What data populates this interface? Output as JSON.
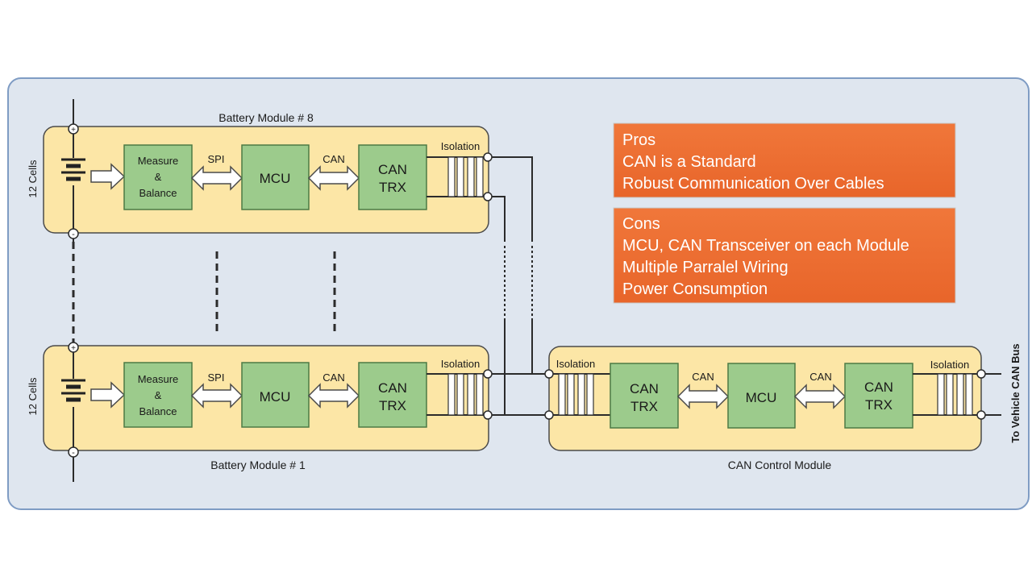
{
  "diagram": {
    "battery_module_top": {
      "title": "Battery Module # 8",
      "cells": "12 Cells",
      "measure": [
        "Measure",
        "&",
        "Balance"
      ],
      "spi": "SPI",
      "mcu": "MCU",
      "can": "CAN",
      "trx": [
        "CAN",
        "TRX"
      ],
      "isolation": "Isolation",
      "plus": "+",
      "minus": "-"
    },
    "battery_module_bottom": {
      "title": "Battery Module # 1",
      "cells": "12 Cells",
      "measure": [
        "Measure",
        "&",
        "Balance"
      ],
      "spi": "SPI",
      "mcu": "MCU",
      "can": "CAN",
      "trx": [
        "CAN",
        "TRX"
      ],
      "isolation": "Isolation",
      "plus": "+",
      "minus": "-"
    },
    "control_module": {
      "title": "CAN Control Module",
      "isolation_left": "Isolation",
      "trx_left": [
        "CAN",
        "TRX"
      ],
      "can_left": "CAN",
      "mcu": "MCU",
      "can_right": "CAN",
      "trx_right": [
        "CAN",
        "TRX"
      ],
      "isolation_right": "Isolation",
      "bus_label": "To Vehicle CAN Bus"
    },
    "pros": {
      "heading": "Pros",
      "items": [
        "CAN is a Standard",
        "Robust Communication Over Cables"
      ]
    },
    "cons": {
      "heading": "Cons",
      "items": [
        "MCU, CAN Transceiver on each Module",
        "Multiple Parralel Wiring",
        "Power Consumption"
      ]
    },
    "colors": {
      "panel_bg": "#dfe6ef",
      "panel_border": "#7f9cc4",
      "module_fill": "#fce6a6",
      "block_fill": "#9ccb8c",
      "pros_cons_fill": "#ee7434"
    }
  }
}
